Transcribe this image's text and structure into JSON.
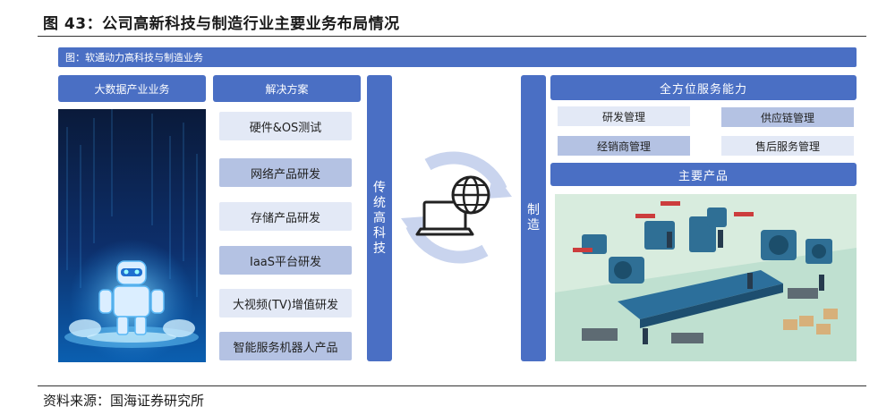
{
  "figure": {
    "title": "图 43：公司高新科技与制造行业主要业务布局情况",
    "source": "资料来源：国海证券研究所"
  },
  "diagram": {
    "subtitle": "图：软通动力高科技与制造业务",
    "left_header": "大数据产业业务",
    "solutions_header": "解决方案",
    "solutions": [
      "硬件&OS测试",
      "网络产品研发",
      "存储产品研发",
      "IaaS平台研发",
      "大视频(TV)增值研发",
      "智能服务机器人产品"
    ],
    "tech_label": "传统高科技",
    "manufacturing_label": "制造",
    "service_header": "全方位服务能力",
    "services": [
      "研发管理",
      "供应链管理",
      "经销商管理",
      "售后服务管理"
    ],
    "products_header": "主要产品"
  },
  "colors": {
    "bar_blue": "#4a6fc4",
    "light_item": "#e3e9f6",
    "mid_item": "#b4c2e3"
  }
}
